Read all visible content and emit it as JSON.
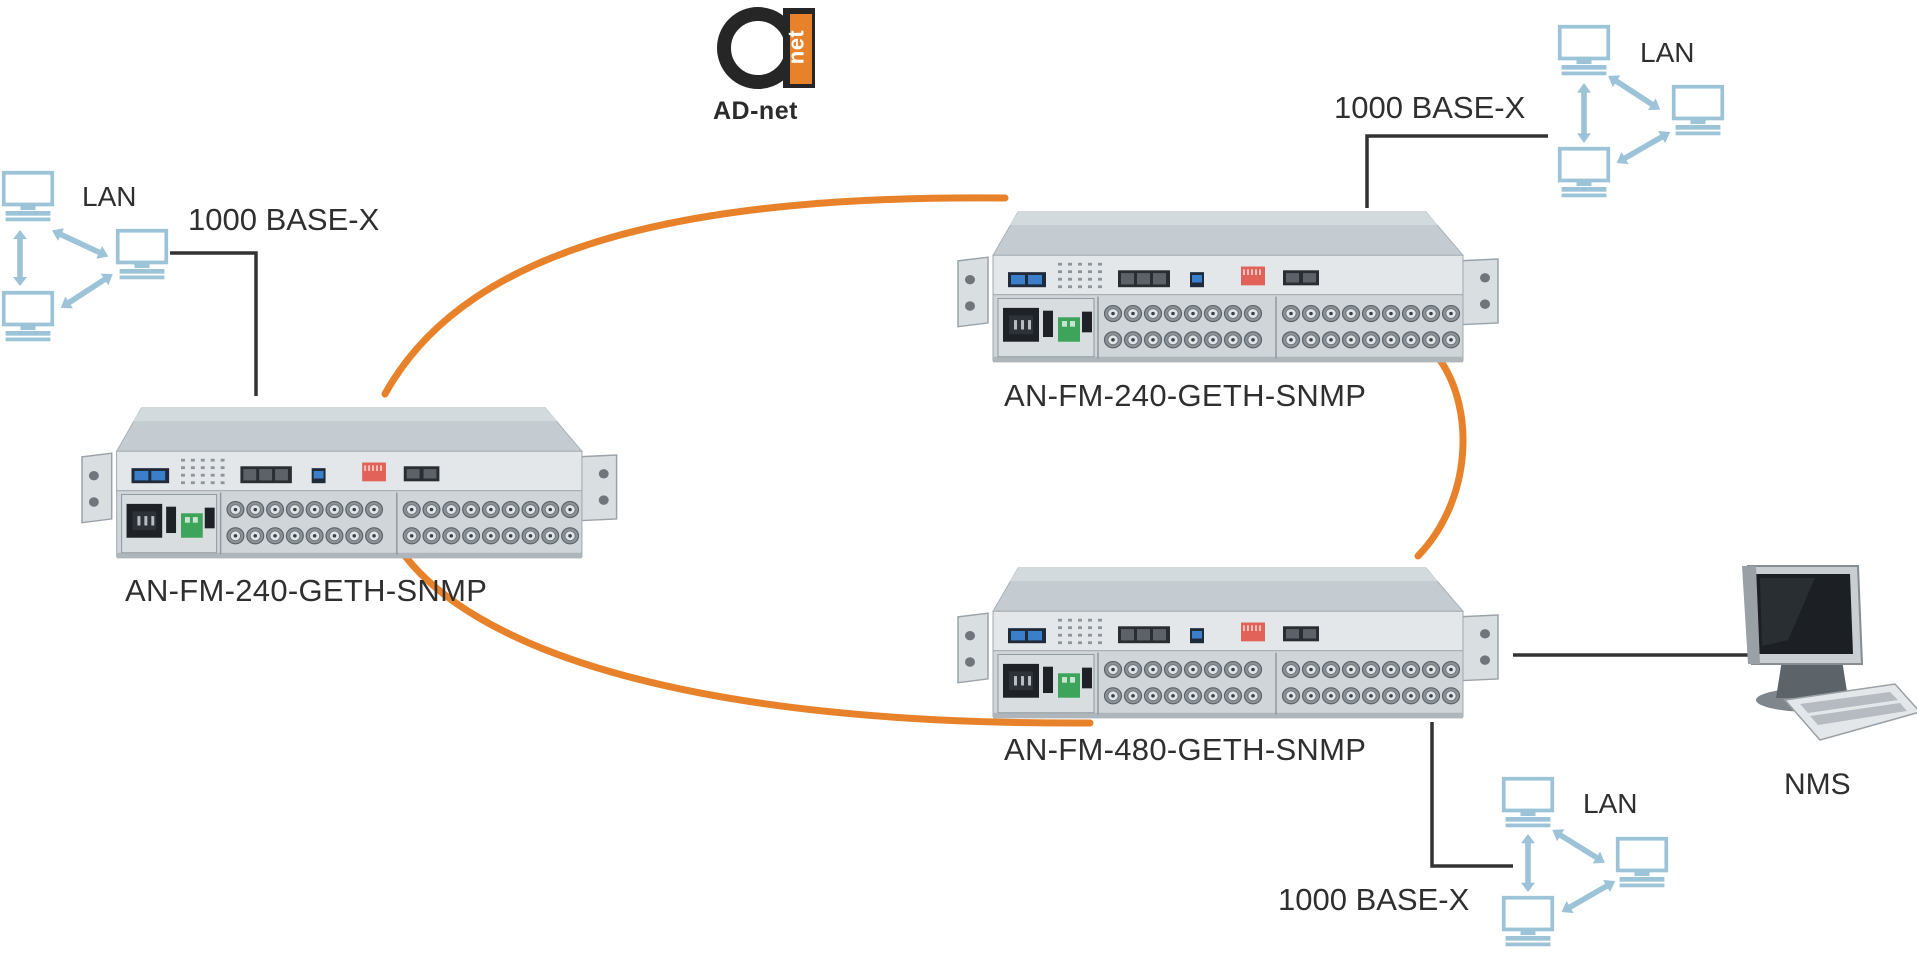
{
  "brand": {
    "logo_text": "net",
    "name": "AD-net",
    "accent": "#e8822a"
  },
  "lans": [
    {
      "label": "LAN",
      "uplink_label": "1000 BASE-X"
    },
    {
      "label": "LAN",
      "uplink_label": "1000 BASE-X"
    },
    {
      "label": "LAN",
      "uplink_label": "1000 BASE-X"
    }
  ],
  "devices": [
    {
      "model": "AN-FM-240-GETH-SNMP"
    },
    {
      "model": "AN-FM-240-GETH-SNMP"
    },
    {
      "model": "AN-FM-480-GETH-SNMP"
    }
  ],
  "nms": {
    "label": "NMS"
  },
  "colors": {
    "fiber_ring": "#e8822a",
    "copper_link": "#333333",
    "lan_pc": "#9cc3d8",
    "chassis": "#c9d1d6"
  },
  "icons": [
    "pc-icon",
    "arrow-icon",
    "workstation-icon",
    "logo-icon"
  ]
}
